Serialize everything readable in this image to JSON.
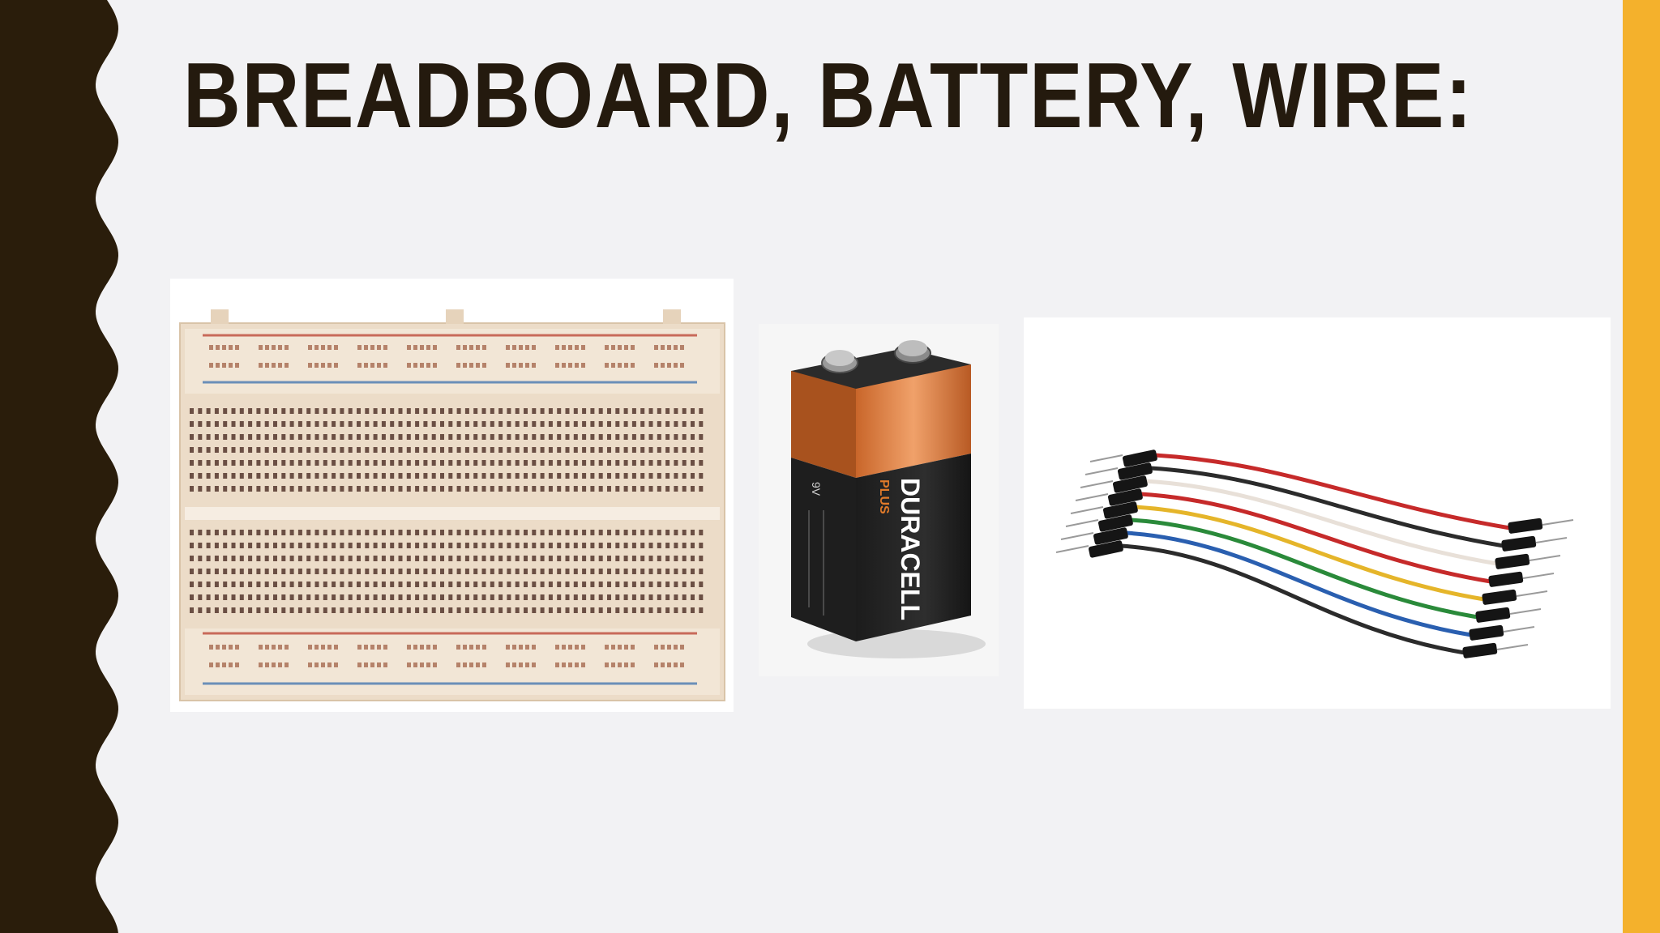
{
  "slide": {
    "title": "BREADBOARD, BATTERY, WIRE:"
  },
  "images": {
    "breadboard": {
      "icon": "breadboard-photo"
    },
    "battery": {
      "icon": "battery-photo",
      "brand": "DURACELL",
      "subbrand": "PLUS",
      "voltage": "9V"
    },
    "wires": {
      "icon": "jumper-wires-photo"
    }
  },
  "colors": {
    "background": "#f2f2f4",
    "left_border": "#2a1d0b",
    "right_border": "#f4b12c",
    "title": "#241a0e"
  }
}
